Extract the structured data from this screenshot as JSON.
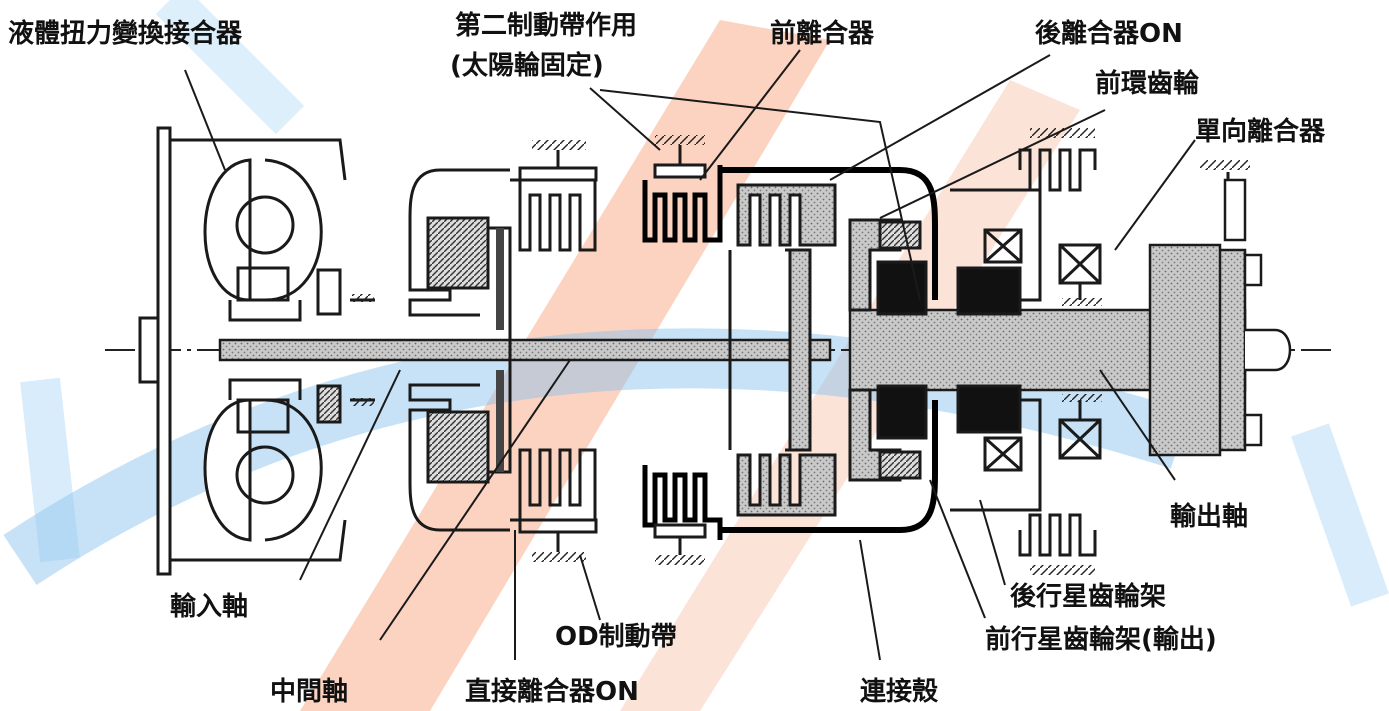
{
  "labels": {
    "torque_converter": "液體扭力變換接合器",
    "second_brake_band": "第二制動帶作用",
    "sun_gear_fixed": "(太陽輪固定)",
    "front_clutch": "前離合器",
    "rear_clutch_on": "後離合器ON",
    "front_ring_gear": "前環齒輪",
    "one_way_clutch": "單向離合器",
    "output_shaft": "輸出軸",
    "rear_planet_carrier": "後行星齒輪架",
    "front_planet_carrier": "前行星齒輪架(輸出)",
    "connecting_shell": "連接殼",
    "direct_clutch_on": "直接離合器ON",
    "od_brake_band": "OD制動帶",
    "intermediate_shaft": "中間軸",
    "input_shaft": "輸入軸"
  },
  "colors": {
    "line": "#1a1a1a",
    "hatch": "#555555",
    "shaft_fill": "#9a9a9a",
    "watermark_orange": "#f28a5a",
    "watermark_blue": "#4aa3e0"
  }
}
